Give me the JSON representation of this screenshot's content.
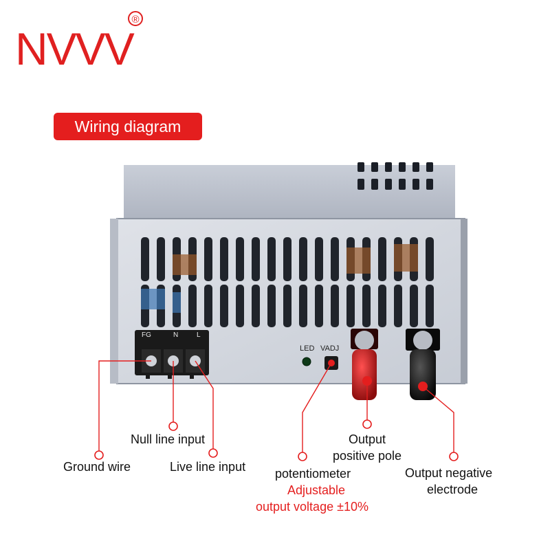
{
  "brand": {
    "logo_text": "NVVV",
    "registered_mark": "®",
    "accent_color": "#e41e1e"
  },
  "header": {
    "badge_text": "Wiring diagram"
  },
  "panel": {
    "terminal_labels": [
      "FG",
      "N",
      "L"
    ],
    "led_label": "LED",
    "vadj_label": "VADJ"
  },
  "callouts": {
    "null_line": "Null line input",
    "ground": "Ground wire",
    "live_line": "Live line input",
    "potentiometer": "potentiometer",
    "adjustable_line1": "Adjustable",
    "adjustable_line2": "output voltage ±10%",
    "output_pos_line1": "Output",
    "output_pos_line2": "positive pole",
    "output_neg_line1": "Output  negative",
    "output_neg_line2": "electrode"
  }
}
